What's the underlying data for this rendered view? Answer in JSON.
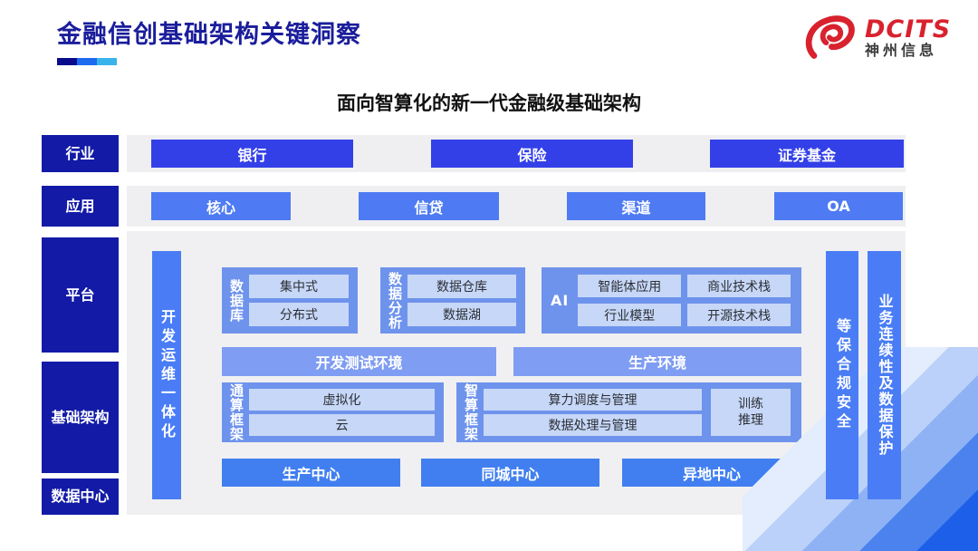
{
  "header": {
    "title": "金融信创基础架构关键洞察",
    "logo_brand": "DCITS",
    "logo_company": "神州信息"
  },
  "subtitle": "面向智算化的新一代金融级基础架构",
  "sidebar": {
    "items": [
      "行业",
      "应用",
      "平台",
      "基础架构",
      "数据中心"
    ]
  },
  "industry_row": {
    "items": [
      "银行",
      "保险",
      "证券基金"
    ]
  },
  "application_row": {
    "items": [
      "核心",
      "信贷",
      "渠道",
      "OA"
    ]
  },
  "platform": {
    "devops_bar": "开发运维一体化",
    "database": {
      "label": "数据库",
      "items": [
        "集中式",
        "分布式"
      ]
    },
    "analytics": {
      "label": "数据分析",
      "items": [
        "数据仓库",
        "数据湖"
      ]
    },
    "ai": {
      "label": "AI",
      "items": [
        "智能体应用",
        "商业技术栈",
        "行业模型",
        "开源技术栈"
      ]
    },
    "environments": [
      "开发测试环境",
      "生产环境"
    ],
    "general_framework": {
      "label": "通算框架",
      "items": [
        "虚拟化",
        "云"
      ]
    },
    "intelligent_framework": {
      "label": "智算框架",
      "items": [
        "算力调度与管理",
        "数据处理与管理"
      ],
      "side_item_lines": [
        "训练",
        "推理"
      ]
    },
    "centers": [
      "生产中心",
      "同城中心",
      "异地中心"
    ],
    "security_bar": "等保合规安全",
    "continuity_bar": "业务连续性及数据保护"
  },
  "colors": {
    "navy": "#131ba6",
    "title_navy": "#1a1d9b",
    "industry_blue": "#3340e8",
    "application_blue": "#4e7bf3",
    "section_blue": "#6e93ec",
    "env_blue": "#7f9df2",
    "center_blue": "#417ff0",
    "vbar_blue": "#4a7df5",
    "chip_light": "#c7d7f7",
    "panel_gray": "#f0f0f2",
    "logo_red": "#d8222e",
    "underline": [
      "#0a0a8c",
      "#1e6bf0",
      "#38b4ea"
    ]
  }
}
